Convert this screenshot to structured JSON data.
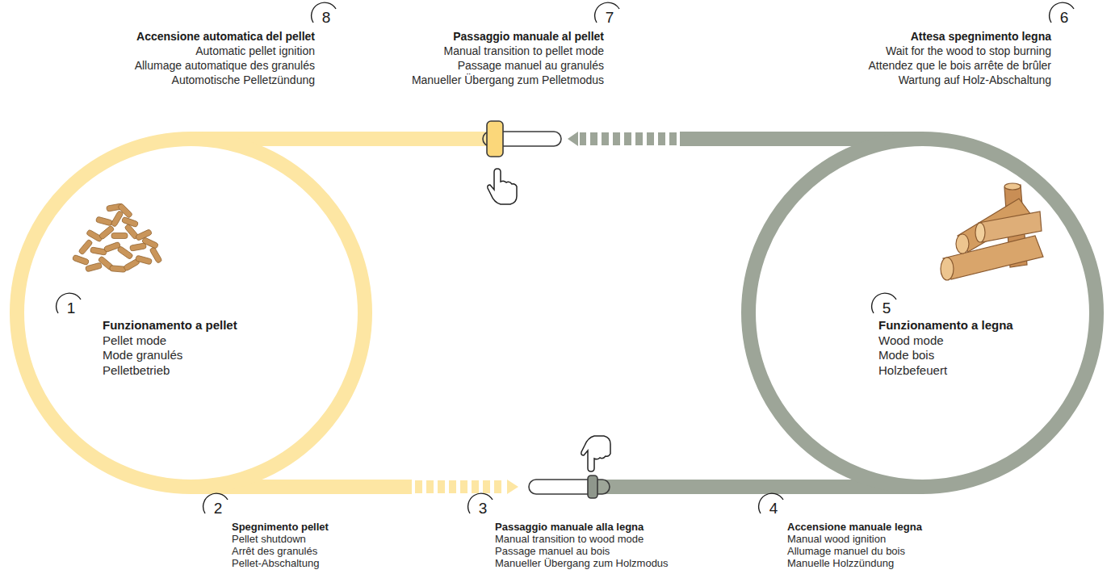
{
  "diagram": {
    "nodes": [
      {
        "text": [
          "1",
          "Funzionamento a pellet",
          "Pellet mode",
          "Mode granulés",
          "Pelletbetrieb"
        ]
      },
      {
        "text": [
          "5",
          "Funzionamento a legna",
          "Wood mode",
          "Mode bois",
          "Holzbefeuert"
        ]
      }
    ],
    "edges": [
      {
        "from": 0,
        "to": 1,
        "arrow": "to"
      },
      {
        "from": 1,
        "to": 0,
        "arrow": "to"
      }
    ],
    "labels": [
      "8",
      "Accensione automatica del pellet",
      "Automatic pellet ignition",
      "Allumage automatique des granulés",
      "Automotische Pelletzündung",
      "7",
      "Passaggio manuale al pellet",
      "Manual transition to pellet mode",
      "Passage manuel au granulés",
      "Manueller Übergang zum Pelletmodus",
      "6",
      "Attesa spegnimento legna",
      "Wait for the wood to stop burning",
      "Attendez que le bois arrête de brûler",
      "Wartung auf Holz-Abschaltung",
      "2",
      "Spegnimento pellet",
      "Pellet shutdown",
      "Arrêt des granulés",
      "Pellet-Abschaltung",
      "3",
      "Passaggio manuale alla legna",
      "Manual transition to wood mode",
      "Passage manuel au bois",
      "Manueller Übergang zum Holzmodus",
      "4",
      "Accensione manuale legna",
      "Manual wood ignition",
      "Allumage manuel du bois",
      "Manuelle Holzzündung"
    ]
  }
}
